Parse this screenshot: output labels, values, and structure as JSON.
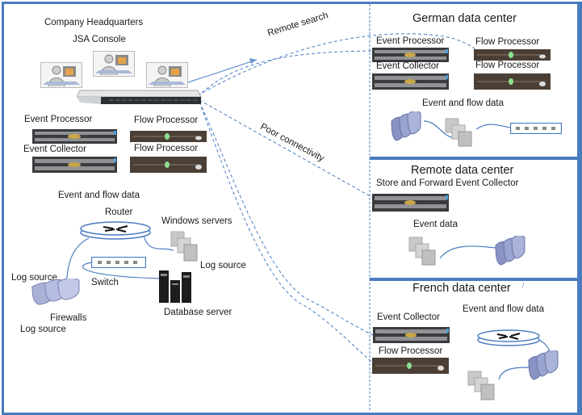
{
  "headquarters": {
    "title": "Company Headquarters",
    "console_label": "JSA Console",
    "event_processor": "Event Processor",
    "flow_processor_1": "Flow Processor",
    "event_collector": "Event Collector",
    "flow_processor_2": "Flow Processor",
    "event_flow_data": "Event and flow data",
    "router": "Router",
    "windows_servers": "Windows servers",
    "log_source_windows": "Log source",
    "log_source_firewall_top": "Log source",
    "switch": "Switch",
    "database_server": "Database server",
    "firewalls": "Firewalls",
    "log_source_firewall_bottom": "Log source"
  },
  "connections": {
    "remote_search": "Remote search",
    "poor_connectivity": "Poor connectivity"
  },
  "german_dc": {
    "title": "German data center",
    "event_processor": "Event Processor",
    "flow_processor_1": "Flow Processor",
    "event_collector": "Event Collector",
    "flow_processor_2": "Flow Processor",
    "event_flow_data": "Event and flow data"
  },
  "remote_dc": {
    "title": "Remote data center",
    "collector": "Store and Forward Event Collector",
    "event_data": "Event data"
  },
  "french_dc": {
    "title": "French data center",
    "event_collector": "Event Collector",
    "flow_processor": "Flow Processor",
    "event_flow_data": "Event and flow data"
  },
  "colors": {
    "frame": "#4a7cc0",
    "connection": "#4a7cc0"
  }
}
